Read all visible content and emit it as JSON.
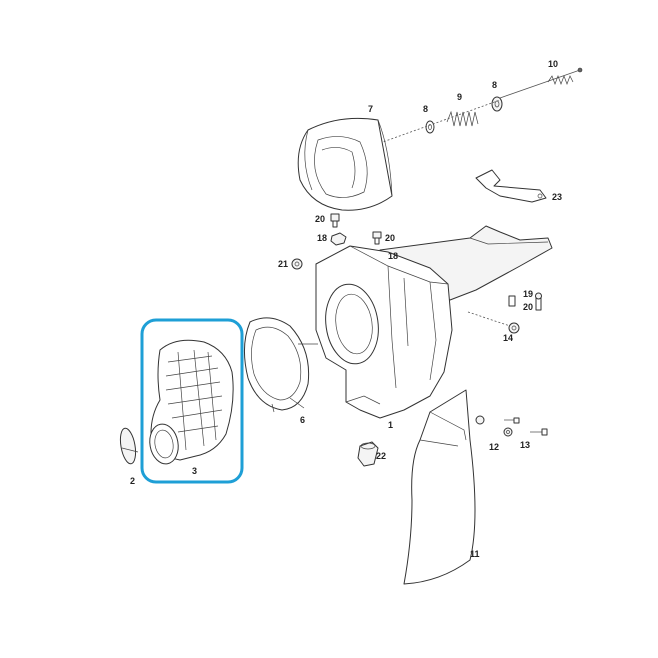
{
  "diagram": {
    "highlight_color": "#1e9fd6",
    "callouts": {
      "p1": "1",
      "p2": "2",
      "p3": "3",
      "p6": "6",
      "p7": "7",
      "p8a": "8",
      "p8b": "8",
      "p9": "9",
      "p10": "10",
      "p11": "11",
      "p12": "12",
      "p13": "13",
      "p14": "14",
      "p18a": "18",
      "p18b": "18",
      "p19": "19",
      "p20a": "20",
      "p20b": "20",
      "p20c": "20",
      "p21": "21",
      "p22": "22",
      "p23": "23"
    }
  }
}
